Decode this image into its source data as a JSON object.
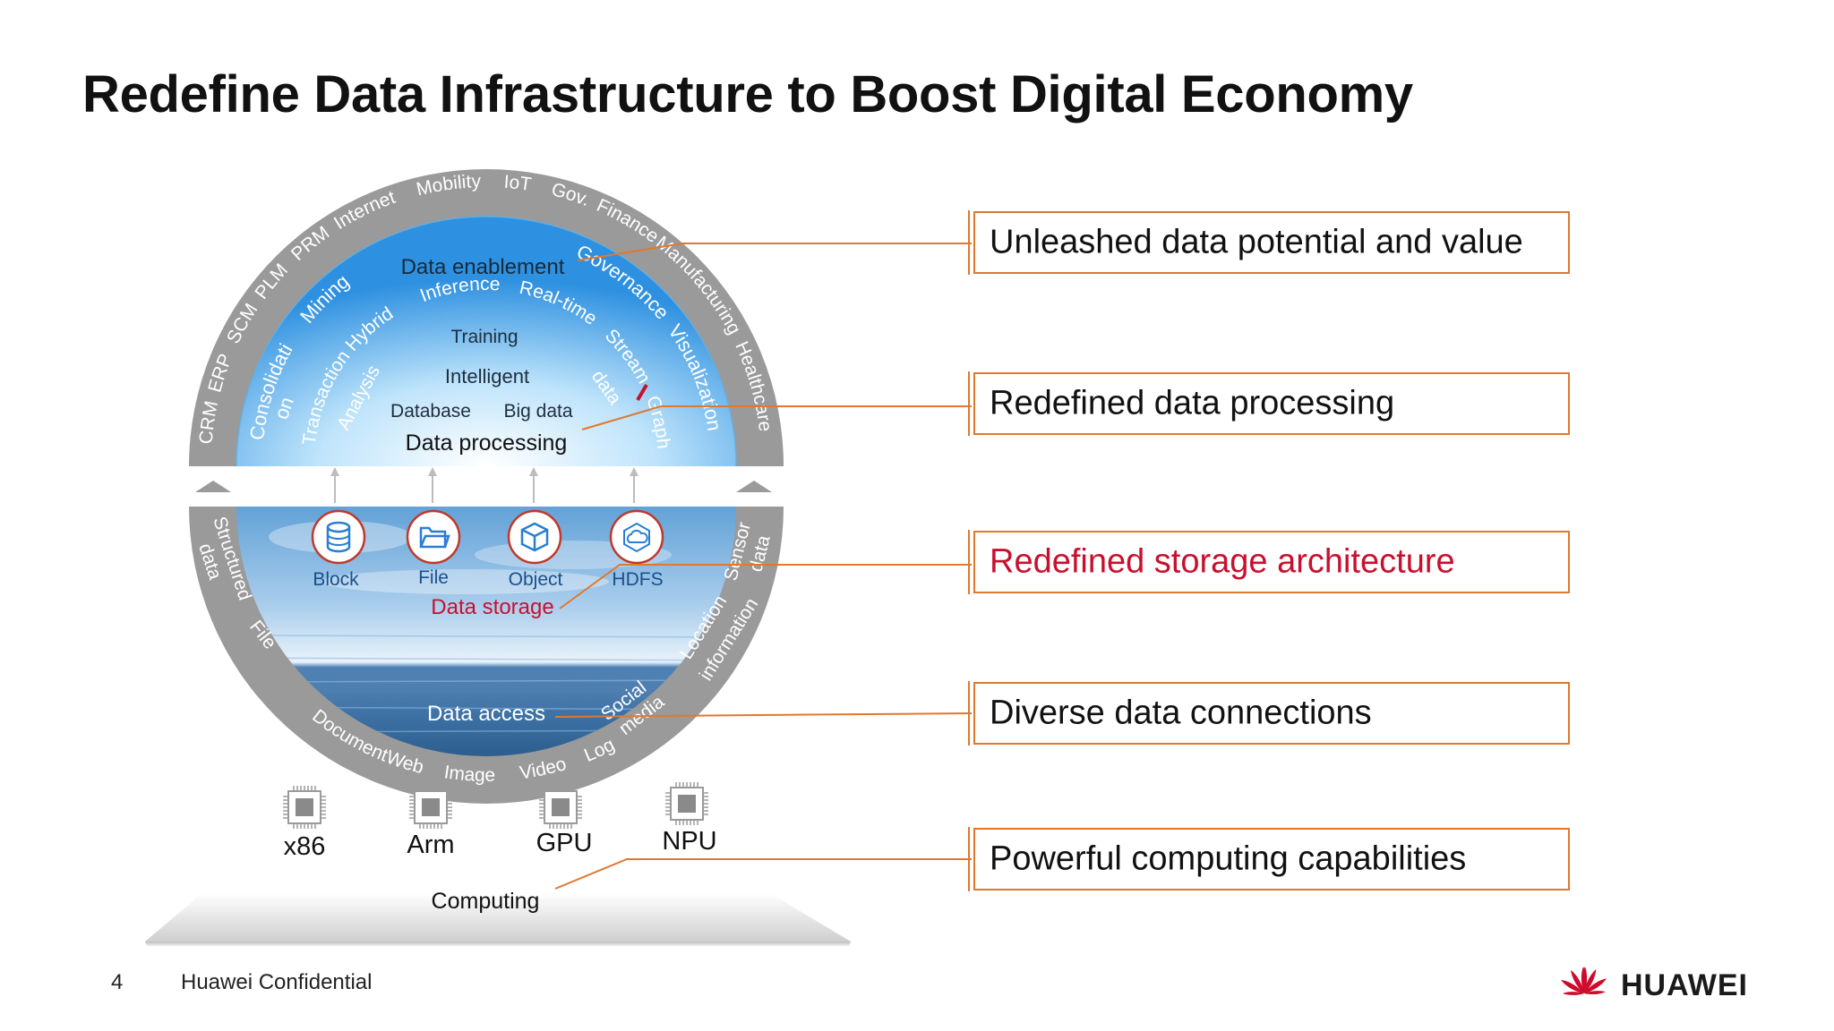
{
  "title": "Redefine Data Infrastructure to Boost Digital Economy",
  "outer_ring_top": [
    "CRM",
    "ERP",
    "SCM",
    "PLM",
    "PRM",
    "Internet",
    "Mobility",
    "IoT",
    "Gov.",
    "Finance",
    "Manufacturing",
    "Healthcare"
  ],
  "inner_ring_top": [
    "Consolidati",
    "on",
    "Mining",
    "Data enablement",
    "Governance",
    "Visualization"
  ],
  "processing_ring": [
    "Transaction",
    "Analysis",
    "Hybrid",
    "Inference",
    "Real-time",
    "Stream",
    "data",
    "Graph"
  ],
  "processing_center": {
    "training": "Training",
    "intelligent": "Intelligent",
    "database": "Database",
    "bigdata": "Big data",
    "label": "Data processing"
  },
  "storage": {
    "items": [
      "Block",
      "File",
      "Object",
      "HDFS"
    ],
    "label": "Data storage"
  },
  "outer_ring_bottom": [
    "Structured",
    "data",
    "File",
    "Document",
    "Web",
    "Image",
    "Video",
    "Log",
    "Social",
    "media",
    "Location",
    "information",
    "Sensor",
    "data"
  ],
  "access_label": "Data access",
  "computing": {
    "chips": [
      "x86",
      "Arm",
      "GPU",
      "NPU"
    ],
    "label": "Computing"
  },
  "callouts": [
    "Unleashed data potential and value",
    "Redefined data processing",
    "Redefined storage architecture",
    "Diverse data connections",
    "Powerful computing capabilities"
  ],
  "footer": {
    "page": "4",
    "confidential": "Huawei Confidential",
    "brand": "HUAWEI"
  },
  "colors": {
    "accent": "#e0782f",
    "highlight": "#c8102e",
    "ring": "#9a9a9a",
    "blue": "#2b8fe0"
  }
}
